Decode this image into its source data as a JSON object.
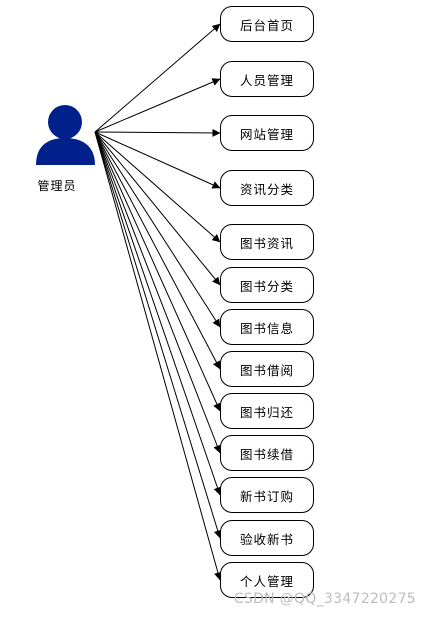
{
  "actor": {
    "label": "管理员",
    "icon": "admin-user-icon",
    "color": "#00208c"
  },
  "nodes": [
    {
      "id": "n1",
      "label": "后台首页"
    },
    {
      "id": "n2",
      "label": "人员管理"
    },
    {
      "id": "n3",
      "label": "网站管理"
    },
    {
      "id": "n4",
      "label": "资讯分类"
    },
    {
      "id": "n5",
      "label": "图书资讯"
    },
    {
      "id": "n6",
      "label": "图书分类"
    },
    {
      "id": "n7",
      "label": "图书信息"
    },
    {
      "id": "n8",
      "label": "图书借阅"
    },
    {
      "id": "n9",
      "label": "图书归还"
    },
    {
      "id": "n10",
      "label": "图书续借"
    },
    {
      "id": "n11",
      "label": "新书订购"
    },
    {
      "id": "n12",
      "label": "验收新书"
    },
    {
      "id": "n13",
      "label": "个人管理"
    }
  ],
  "watermark": "CSDN @QQ_3347220275"
}
